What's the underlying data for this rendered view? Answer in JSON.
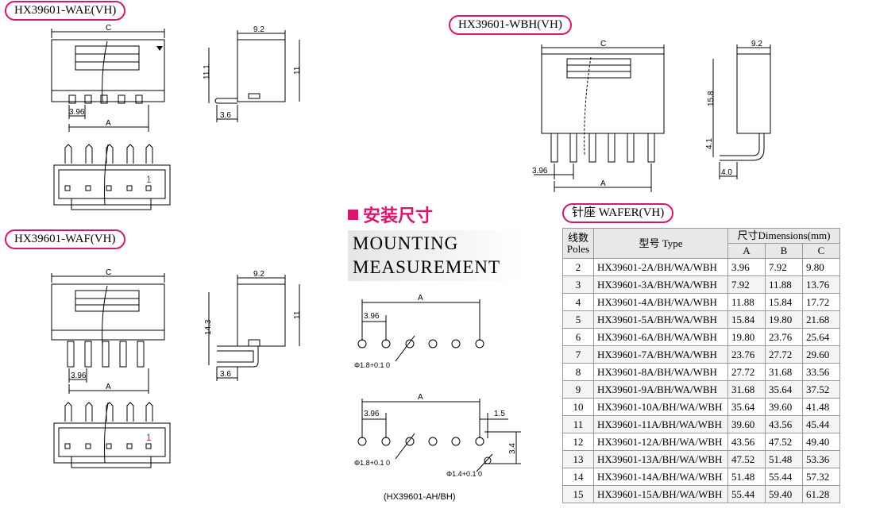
{
  "labels": {
    "wae": "HX39601-WAE(VH)",
    "waf": "HX39601-WAF(VH)",
    "wbh": "HX39601-WBH(VH)",
    "wafer": "针座  WAFER(VH)"
  },
  "mounting": {
    "title_cn": "安装尺寸",
    "title_en_line1": "MOUNTING",
    "title_en_line2": "MEASUREMENT",
    "note": "(HX39601-AH/BH)"
  },
  "dims": {
    "c": "C",
    "a": "A",
    "w92": "9.2",
    "h111": "11.1",
    "h11": "11",
    "d36": "3.6",
    "p396": "3.96",
    "h143": "14.3",
    "h158": "15.8",
    "h41": "4.1",
    "d40": "4.0",
    "pin1": "1",
    "d15": "1.5",
    "d34": "3.4",
    "hole18": "Φ1.8+0.1 0",
    "hole14": "Φ1.4+0.1 0"
  },
  "table": {
    "header_poles": "线数 Poles",
    "header_type": "型号 Type",
    "header_dims": "尺寸Dimensions(mm)",
    "col_a": "A",
    "col_b": "B",
    "col_c": "C",
    "rows": [
      [
        "2",
        "HX39601-2A/BH/WA/WBH",
        "3.96",
        "7.92",
        "9.80"
      ],
      [
        "3",
        "HX39601-3A/BH/WA/WBH",
        "7.92",
        "11.88",
        "13.76"
      ],
      [
        "4",
        "HX39601-4A/BH/WA/WBH",
        "11.88",
        "15.84",
        "17.72"
      ],
      [
        "5",
        "HX39601-5A/BH/WA/WBH",
        "15.84",
        "19.80",
        "21.68"
      ],
      [
        "6",
        "HX39601-6A/BH/WA/WBH",
        "19.80",
        "23.76",
        "25.64"
      ],
      [
        "7",
        "HX39601-7A/BH/WA/WBH",
        "23.76",
        "27.72",
        "29.60"
      ],
      [
        "8",
        "HX39601-8A/BH/WA/WBH",
        "27.72",
        "31.68",
        "33.56"
      ],
      [
        "9",
        "HX39601-9A/BH/WA/WBH",
        "31.68",
        "35.64",
        "37.52"
      ],
      [
        "10",
        "HX39601-10A/BH/WA/WBH",
        "35.64",
        "39.60",
        "41.48"
      ],
      [
        "11",
        "HX39601-11A/BH/WA/WBH",
        "39.60",
        "43.56",
        "45.44"
      ],
      [
        "12",
        "HX39601-12A/BH/WA/WBH",
        "43.56",
        "47.52",
        "49.40"
      ],
      [
        "13",
        "HX39601-13A/BH/WA/WBH",
        "47.52",
        "51.48",
        "53.36"
      ],
      [
        "14",
        "HX39601-14A/BH/WA/WBH",
        "51.48",
        "55.44",
        "57.32"
      ],
      [
        "15",
        "HX39601-15A/BH/WA/WBH",
        "55.44",
        "59.40",
        "61.28"
      ]
    ]
  }
}
